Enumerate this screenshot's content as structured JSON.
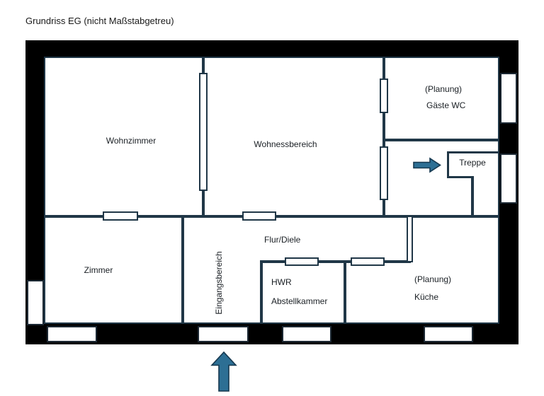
{
  "title": "Grundriss EG (nicht Maßstabgetreu)",
  "labels": {
    "wohnzimmer": "Wohnzimmer",
    "wohnessbereich": "Wohnessbereich",
    "gaeste_wc_line1": "(Planung)",
    "gaeste_wc_line2": "Gäste WC",
    "treppe": "Treppe",
    "zimmer": "Zimmer",
    "eingangsbereich": "Eingangsbereich",
    "flur_diele": "Flur/Diele",
    "hwr_line1": "HWR",
    "hwr_line2": "Abstellkammer",
    "kueche_line1": "(Planung)",
    "kueche_line2": "Küche"
  },
  "colors": {
    "outer_wall": "#000000",
    "inner_wall": "#203747",
    "window_outline": "#1c2833",
    "arrow_fill": "#2d6f94",
    "arrow_stroke": "#16384f",
    "text": "#1a1f24"
  },
  "icons": {
    "stairs_direction": "arrow-right-icon",
    "entrance_direction": "arrow-up-icon"
  }
}
